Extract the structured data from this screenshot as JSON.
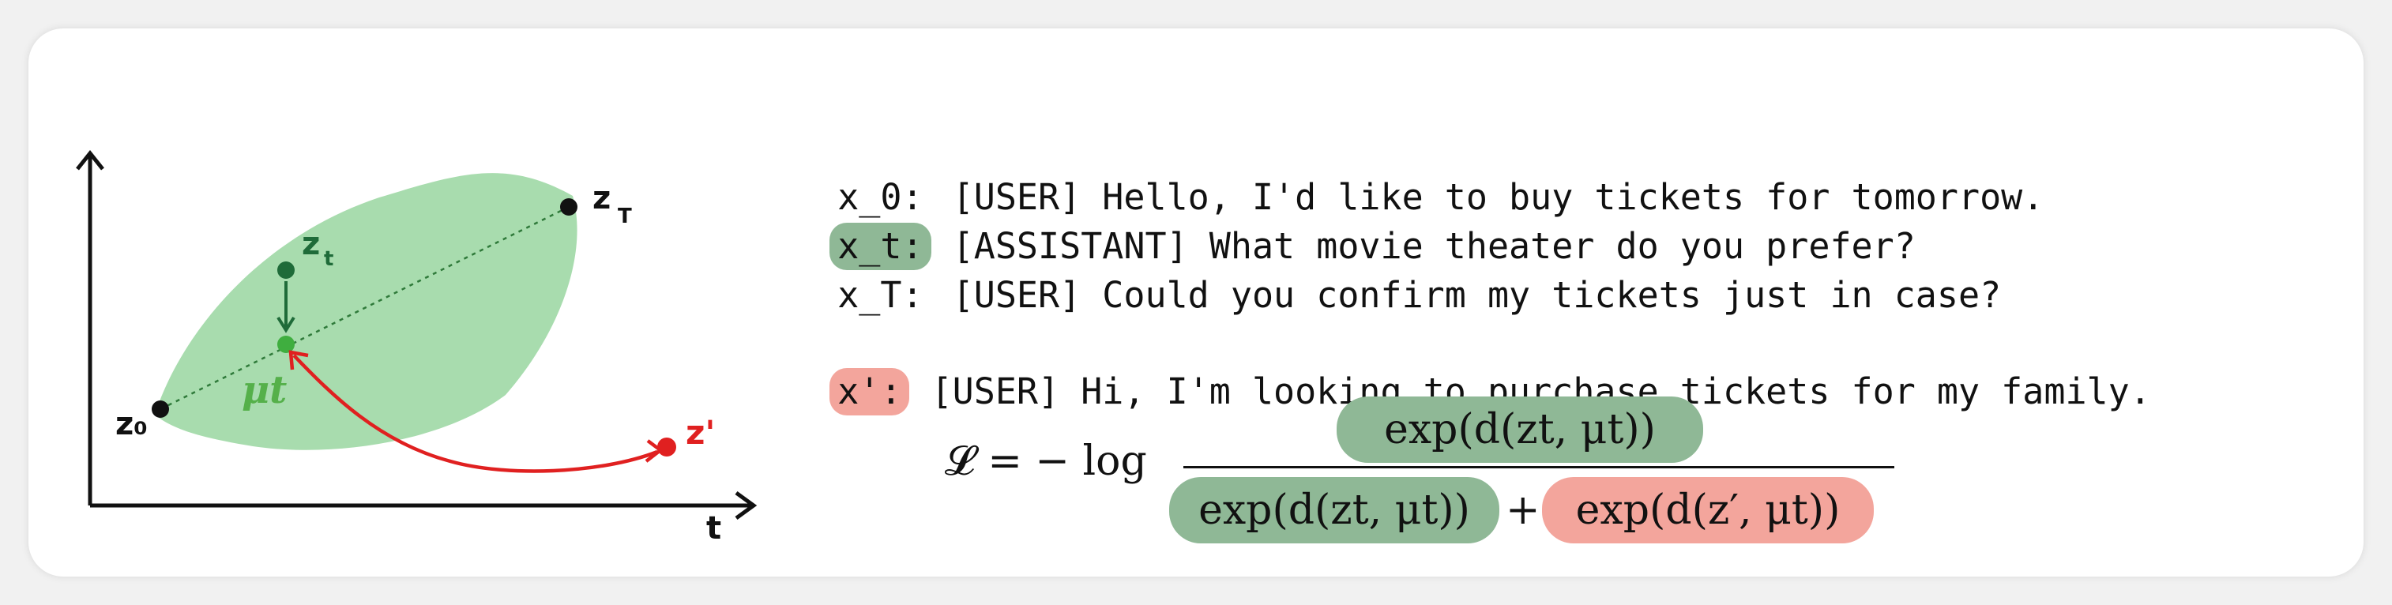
{
  "diagram": {
    "axis_x_label": "t",
    "points": {
      "z0": "z₀",
      "zT": "z",
      "zT_sub": "T",
      "zt": "z",
      "zt_sub": "t",
      "mu_t": "μt",
      "z_prime": "z'"
    },
    "colors": {
      "region": "#a8dcae",
      "dark_green": "#1f6b39",
      "light_green": "#2f9e3a",
      "red": "#e02020"
    }
  },
  "dialogue": {
    "x0_tag": "x_0:",
    "x0_text": "[USER] Hello, I'd like to buy tickets for tomorrow.",
    "xt_tag": "x_t:",
    "xt_text": "[ASSISTANT] What movie theater do you prefer?",
    "xT_tag": "x_T:",
    "xT_text": "[USER] Could you confirm my tickets just in case?",
    "xp_tag": "x':",
    "xp_text": "[USER] Hi, I'm looking to purchase tickets for my family."
  },
  "loss": {
    "lhs": "𝓛 = − log",
    "numerator": "exp(d(zt, μt))",
    "denominator_left": "exp(d(zt, μt))",
    "plus": "+",
    "denominator_right": "exp(d(z′, μt))"
  }
}
